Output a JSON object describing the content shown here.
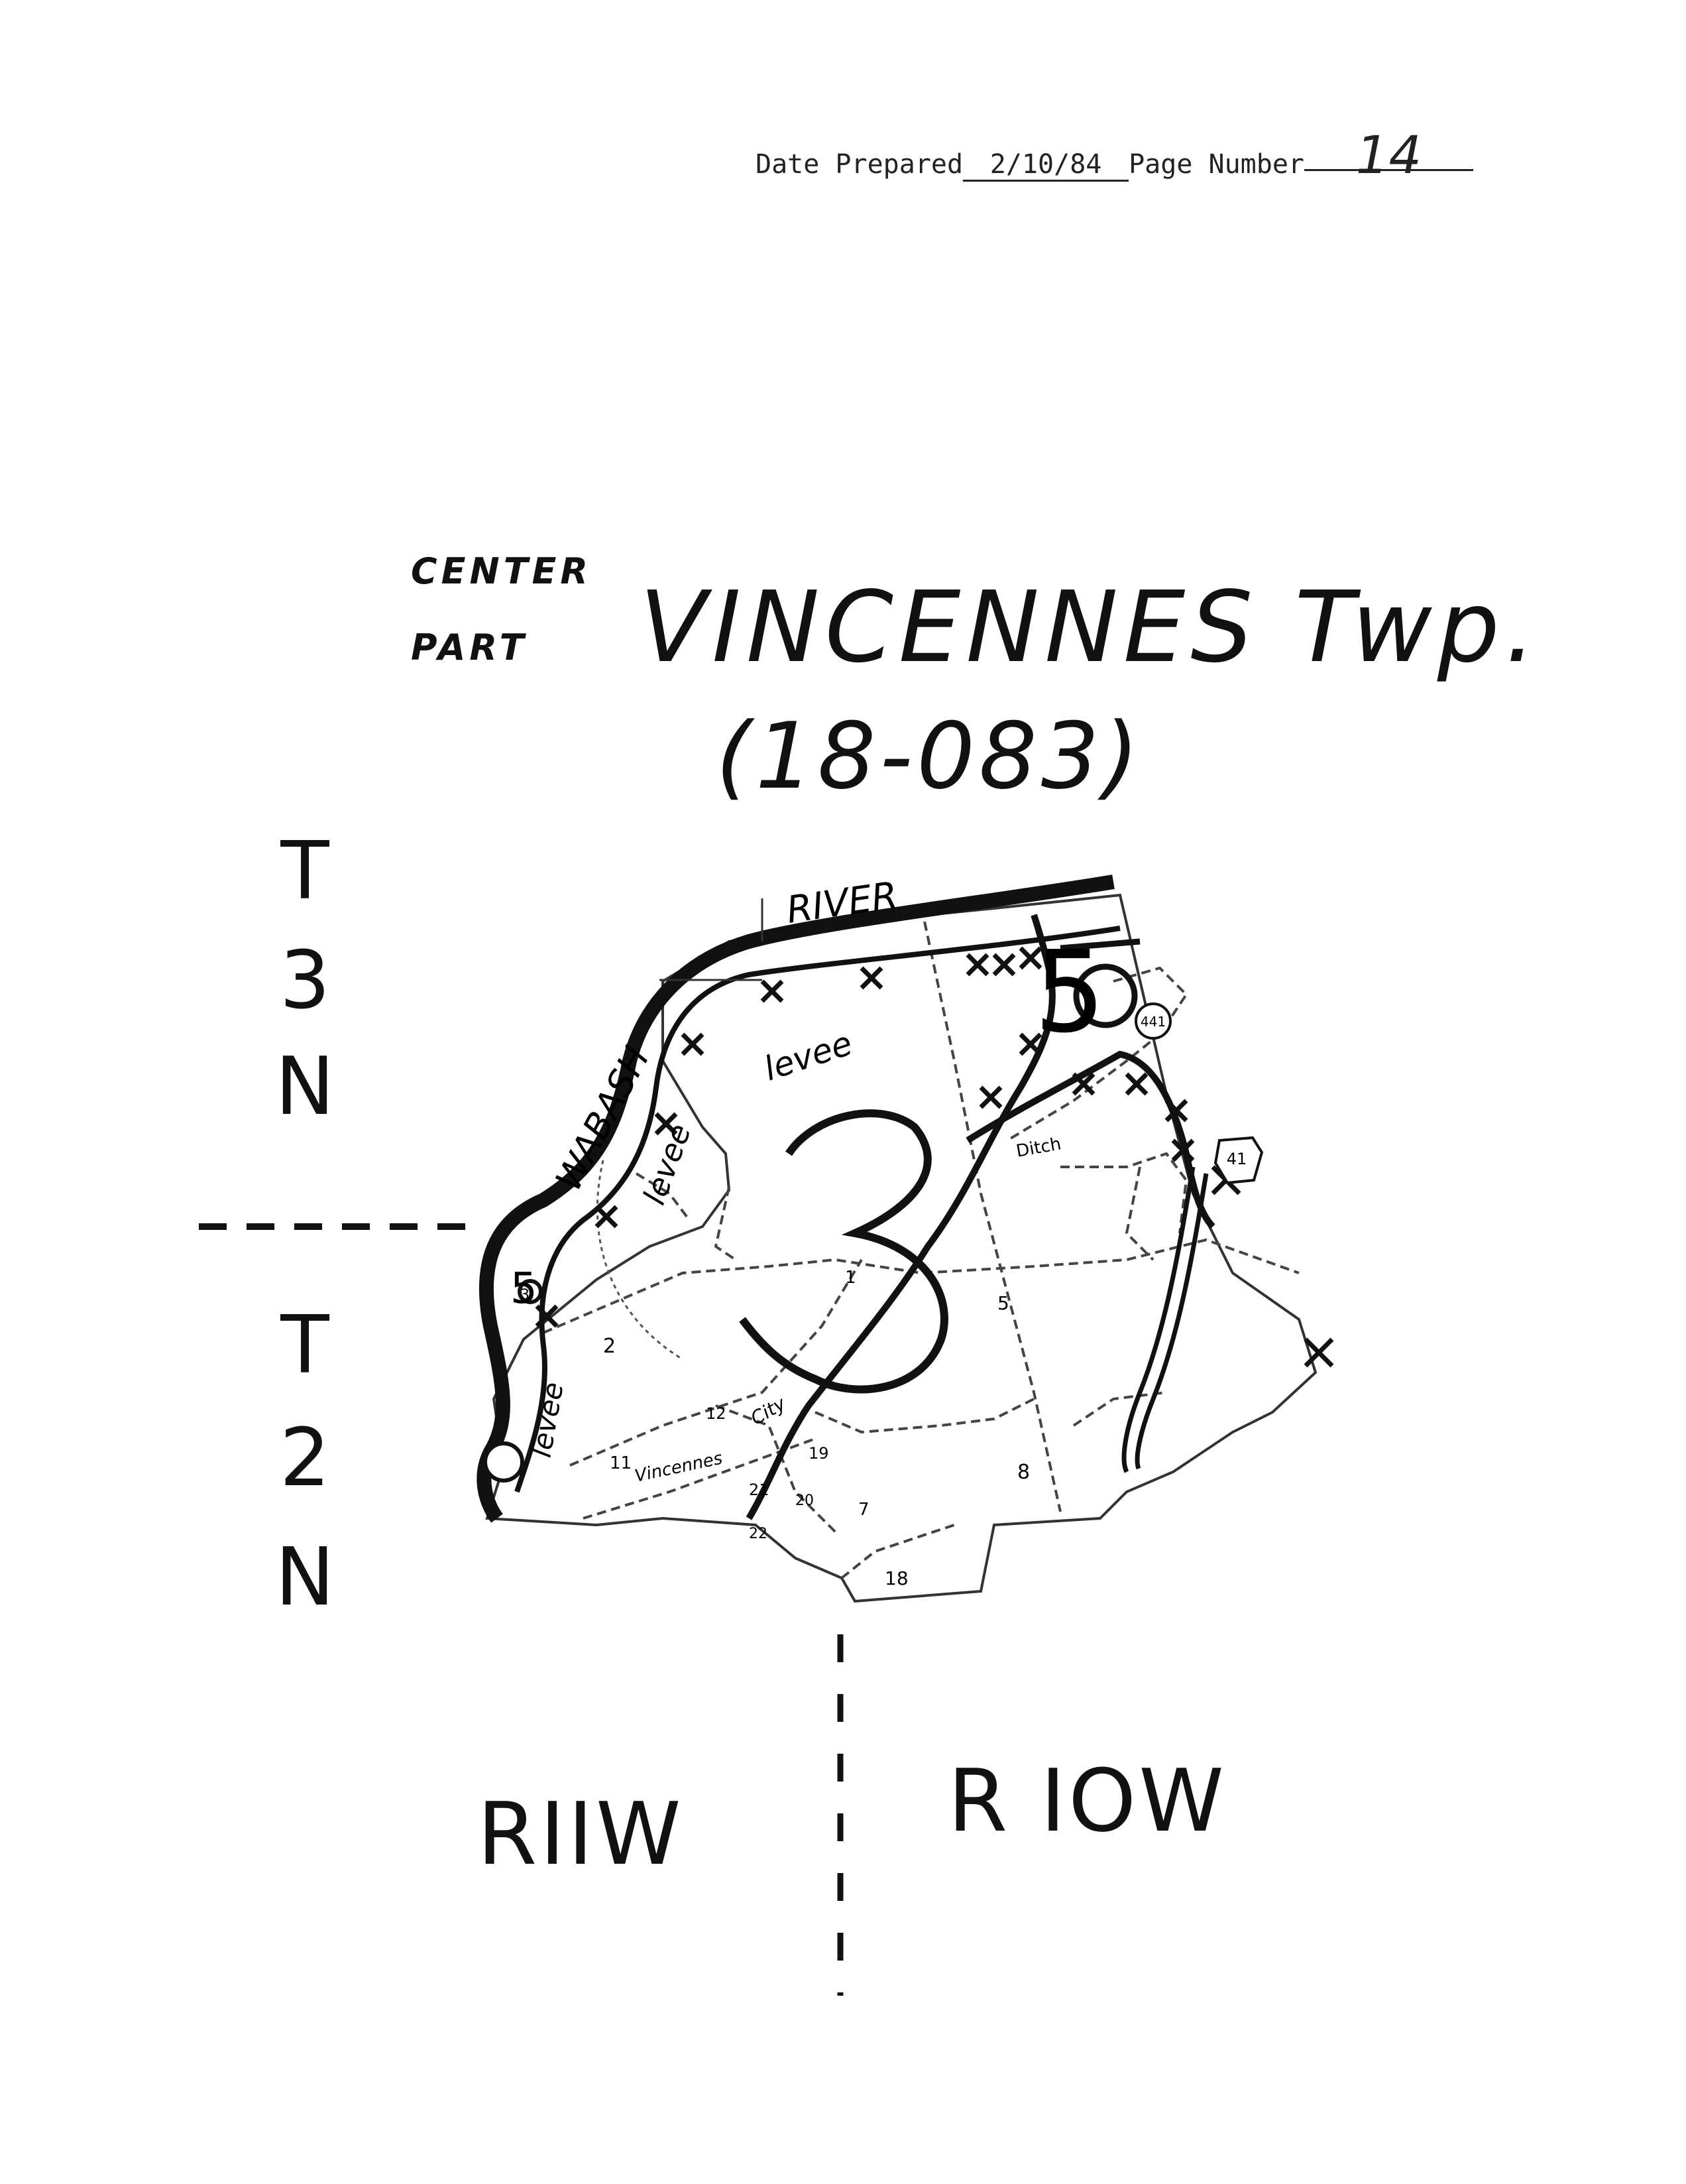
{
  "header": {
    "date_prepared_label": "Date Prepared",
    "date_prepared_value": "2/10/84",
    "page_number_label": "Page Number",
    "page_number_value": "14"
  },
  "title": {
    "prefix_line1": "CENTER",
    "prefix_line2": "PART",
    "name": "VINCENNES Twp.",
    "code": "(18-083)"
  },
  "township_labels": {
    "north": [
      "T",
      "3",
      "N"
    ],
    "south": [
      "T",
      "2",
      "N"
    ]
  },
  "range_labels": {
    "west": "RIIW",
    "east": "R IOW"
  },
  "map": {
    "river_labels": [
      "RIVER",
      "WABASH"
    ],
    "levee_label": "levee",
    "ditch_label": "Ditch",
    "city_label": "City",
    "vincennes_label": "Vincennes",
    "route_markers": [
      "441",
      "41"
    ],
    "zone_numbers": [
      "3",
      "5",
      "5"
    ],
    "section_numbers": [
      "2",
      "11",
      "12",
      "21",
      "19",
      "20",
      "22",
      "7",
      "18",
      "5",
      "8",
      "1",
      "3"
    ]
  }
}
